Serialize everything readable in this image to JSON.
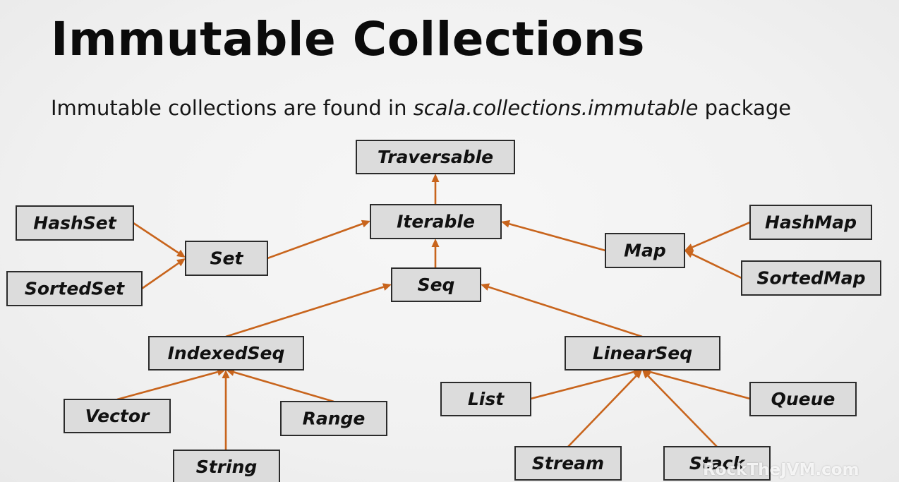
{
  "slide": {
    "title": "Immutable Collections",
    "subtitle_before": "Immutable collections are found in",
    "subtitle_package": "scala.collections.immutable",
    "subtitle_after": "package",
    "watermark": "RockTheJVM.com"
  },
  "colors": {
    "edge": "#c8641c",
    "node_fill": "#dcdcdc",
    "node_border": "#2b2b2b",
    "text": "#111111"
  },
  "diagram": {
    "nodes": [
      {
        "id": "traversable",
        "label": "Traversable"
      },
      {
        "id": "iterable",
        "label": "Iterable"
      },
      {
        "id": "seq",
        "label": "Seq"
      },
      {
        "id": "set",
        "label": "Set"
      },
      {
        "id": "map",
        "label": "Map"
      },
      {
        "id": "hashset",
        "label": "HashSet"
      },
      {
        "id": "sortedset",
        "label": "SortedSet"
      },
      {
        "id": "hashmap",
        "label": "HashMap"
      },
      {
        "id": "sortedmap",
        "label": "SortedMap"
      },
      {
        "id": "indexedseq",
        "label": "IndexedSeq"
      },
      {
        "id": "linearseq",
        "label": "LinearSeq"
      },
      {
        "id": "vector",
        "label": "Vector"
      },
      {
        "id": "range",
        "label": "Range"
      },
      {
        "id": "string",
        "label": "String"
      },
      {
        "id": "list",
        "label": "List"
      },
      {
        "id": "queue",
        "label": "Queue"
      },
      {
        "id": "stream",
        "label": "Stream"
      },
      {
        "id": "stack",
        "label": "Stack"
      }
    ],
    "edges": [
      {
        "from": "iterable",
        "to": "traversable"
      },
      {
        "from": "seq",
        "to": "iterable"
      },
      {
        "from": "set",
        "to": "iterable"
      },
      {
        "from": "map",
        "to": "iterable"
      },
      {
        "from": "hashset",
        "to": "set"
      },
      {
        "from": "sortedset",
        "to": "set"
      },
      {
        "from": "hashmap",
        "to": "map"
      },
      {
        "from": "sortedmap",
        "to": "map"
      },
      {
        "from": "indexedseq",
        "to": "seq"
      },
      {
        "from": "linearseq",
        "to": "seq"
      },
      {
        "from": "vector",
        "to": "indexedseq"
      },
      {
        "from": "range",
        "to": "indexedseq"
      },
      {
        "from": "string",
        "to": "indexedseq"
      },
      {
        "from": "list",
        "to": "linearseq"
      },
      {
        "from": "queue",
        "to": "linearseq"
      },
      {
        "from": "stream",
        "to": "linearseq"
      },
      {
        "from": "stack",
        "to": "linearseq"
      }
    ]
  }
}
